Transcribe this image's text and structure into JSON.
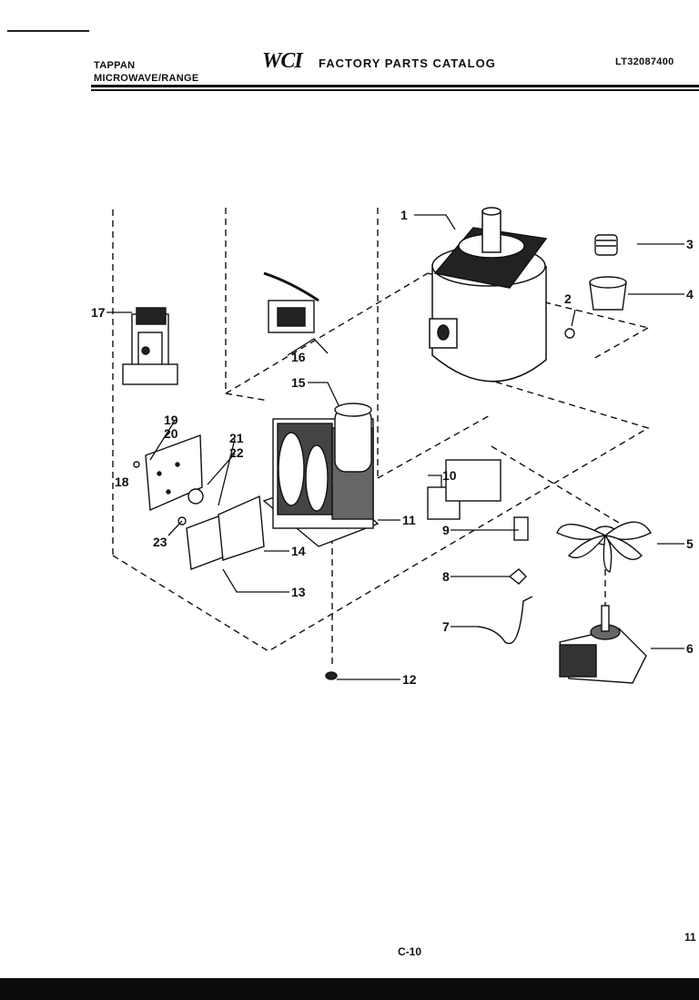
{
  "header": {
    "brand_line1": "TAPPAN",
    "brand_line2": "MICROWAVE/RANGE",
    "logo_text": "WCI",
    "catalog_title": "FACTORY PARTS CATALOG",
    "doc_number": "LT32087400"
  },
  "callouts": {
    "c1": "1",
    "c2": "2",
    "c3": "3",
    "c4": "4",
    "c5": "5",
    "c6": "6",
    "c7": "7",
    "c8": "8",
    "c9": "9",
    "c10": "10",
    "c11": "11",
    "c12": "12",
    "c13": "13",
    "c14": "14",
    "c15": "15",
    "c16": "16",
    "c17": "17",
    "c18": "18",
    "c19": "19",
    "c20": "20",
    "c21": "21",
    "c22": "22",
    "c23": "23"
  },
  "footer": {
    "page_label": "C-10",
    "page_number": "11"
  }
}
